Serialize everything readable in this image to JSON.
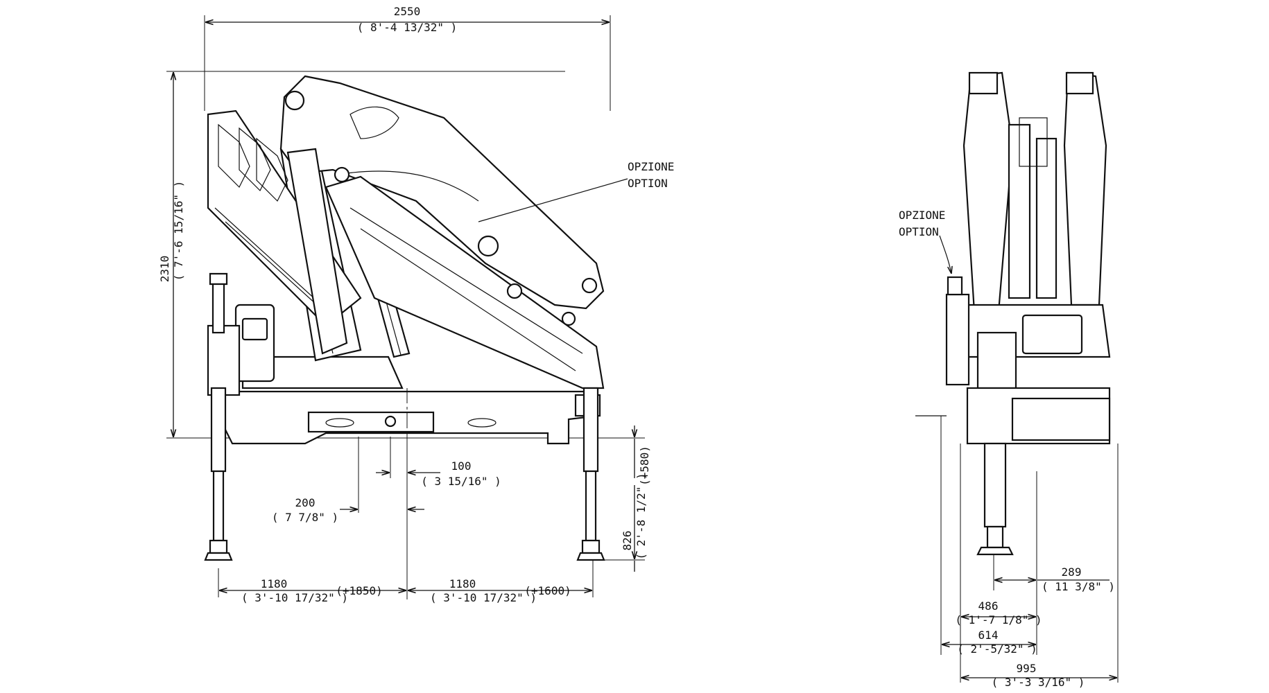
{
  "drawing": {
    "ink_color": "#111111",
    "background": "#ffffff",
    "side_view": {
      "overall_width": {
        "mm": "2550",
        "imperial": "( 8'-4 13/32\" )"
      },
      "overall_height": {
        "mm": "2310",
        "imperial": "( 7'-6 15/16\" )"
      },
      "option_note": {
        "line1": "OPZIONE",
        "line2": "OPTION"
      },
      "offset_small": {
        "mm": "100",
        "imperial": "( 3 15/16\" )"
      },
      "offset_large": {
        "mm": "200",
        "imperial": "( 7 7/8\" )"
      },
      "stabilizer_left": {
        "mm": "1180",
        "imperial": "( 3'-10 17/32\" )",
        "extension": "(+1850)"
      },
      "stabilizer_right": {
        "mm": "1180",
        "imperial": "( 3'-10 17/32\" )",
        "extension": "(+1600)"
      },
      "leg_stroke": "(+580)",
      "leg_depth": {
        "mm": "826",
        "imperial": "( 2'-8 1/2\" )"
      }
    },
    "front_view": {
      "option_note": {
        "line1": "OPZIONE",
        "line2": "OPTION"
      },
      "dim_289": {
        "mm": "289",
        "imperial": "( 11 3/8\" )"
      },
      "dim_486": {
        "mm": "486",
        "imperial": "( 1'-7 1/8\" )"
      },
      "dim_614": {
        "mm": "614",
        "imperial": "( 2'-5/32\" )"
      },
      "dim_995": {
        "mm": "995",
        "imperial": "( 3'-3 3/16\" )"
      }
    }
  }
}
